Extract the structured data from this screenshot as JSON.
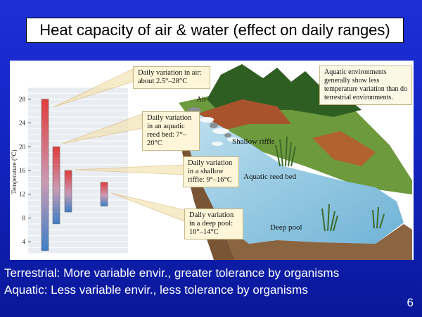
{
  "title": "Heat capacity of air & water (effect on daily ranges)",
  "figure": {
    "y_axis_label": "Temperature (°C)",
    "y_ticks": [
      "28",
      "24",
      "20",
      "16",
      "12",
      "8",
      "4"
    ],
    "notes": {
      "air": "Daily variation in air: about 2.5°–28°C",
      "reed": "Daily variation in an aquatic reed bed: 7°–20°C",
      "riffle": "Daily variation in a shallow riffle: 9°–16°C",
      "pool": "Daily variation in a deep pool: 10°–14°C",
      "summary": "Aquatic environments generally show less temperature variation than do terrestrial environments."
    },
    "labels": {
      "air": "Air",
      "shallow_riffle": "Shallow riffle",
      "reed_bed": "Aquatic reed bed",
      "deep_pool": "Deep pool"
    }
  },
  "chart_data": {
    "type": "bar",
    "ylabel": "Temperature (°C)",
    "ylim": [
      2,
      30
    ],
    "categories": [
      "Air",
      "Aquatic reed bed",
      "Shallow riffle",
      "Deep pool"
    ],
    "ranges": [
      [
        2.5,
        28
      ],
      [
        7,
        20
      ],
      [
        9,
        16
      ],
      [
        10,
        14
      ]
    ]
  },
  "footer": {
    "line1": "Terrestrial: More variable envir., greater tolerance by organisms",
    "line2": "Aquatic: Less variable envir., less tolerance by organisms",
    "page_number": "6"
  }
}
